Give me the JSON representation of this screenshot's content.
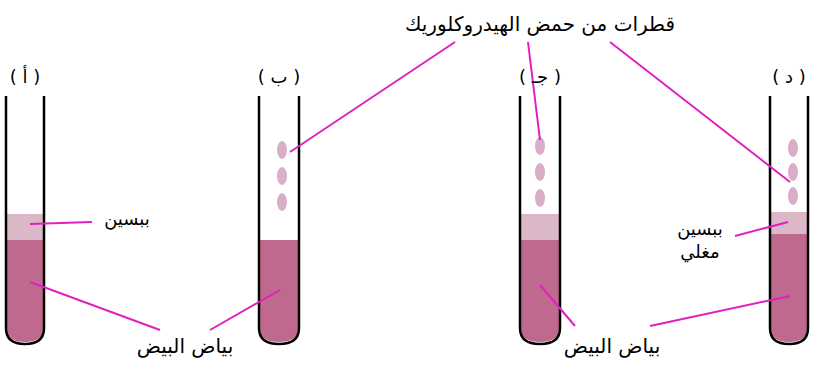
{
  "diagram": {
    "labels": [
      "قطرات من حمض الهيدروكلوريك",
      "( أ )",
      "( ب )",
      "( جـ )",
      "( د )",
      "ببسين",
      "بياض البيض",
      "ببسين مغلي",
      "بياض البيض"
    ]
  }
}
